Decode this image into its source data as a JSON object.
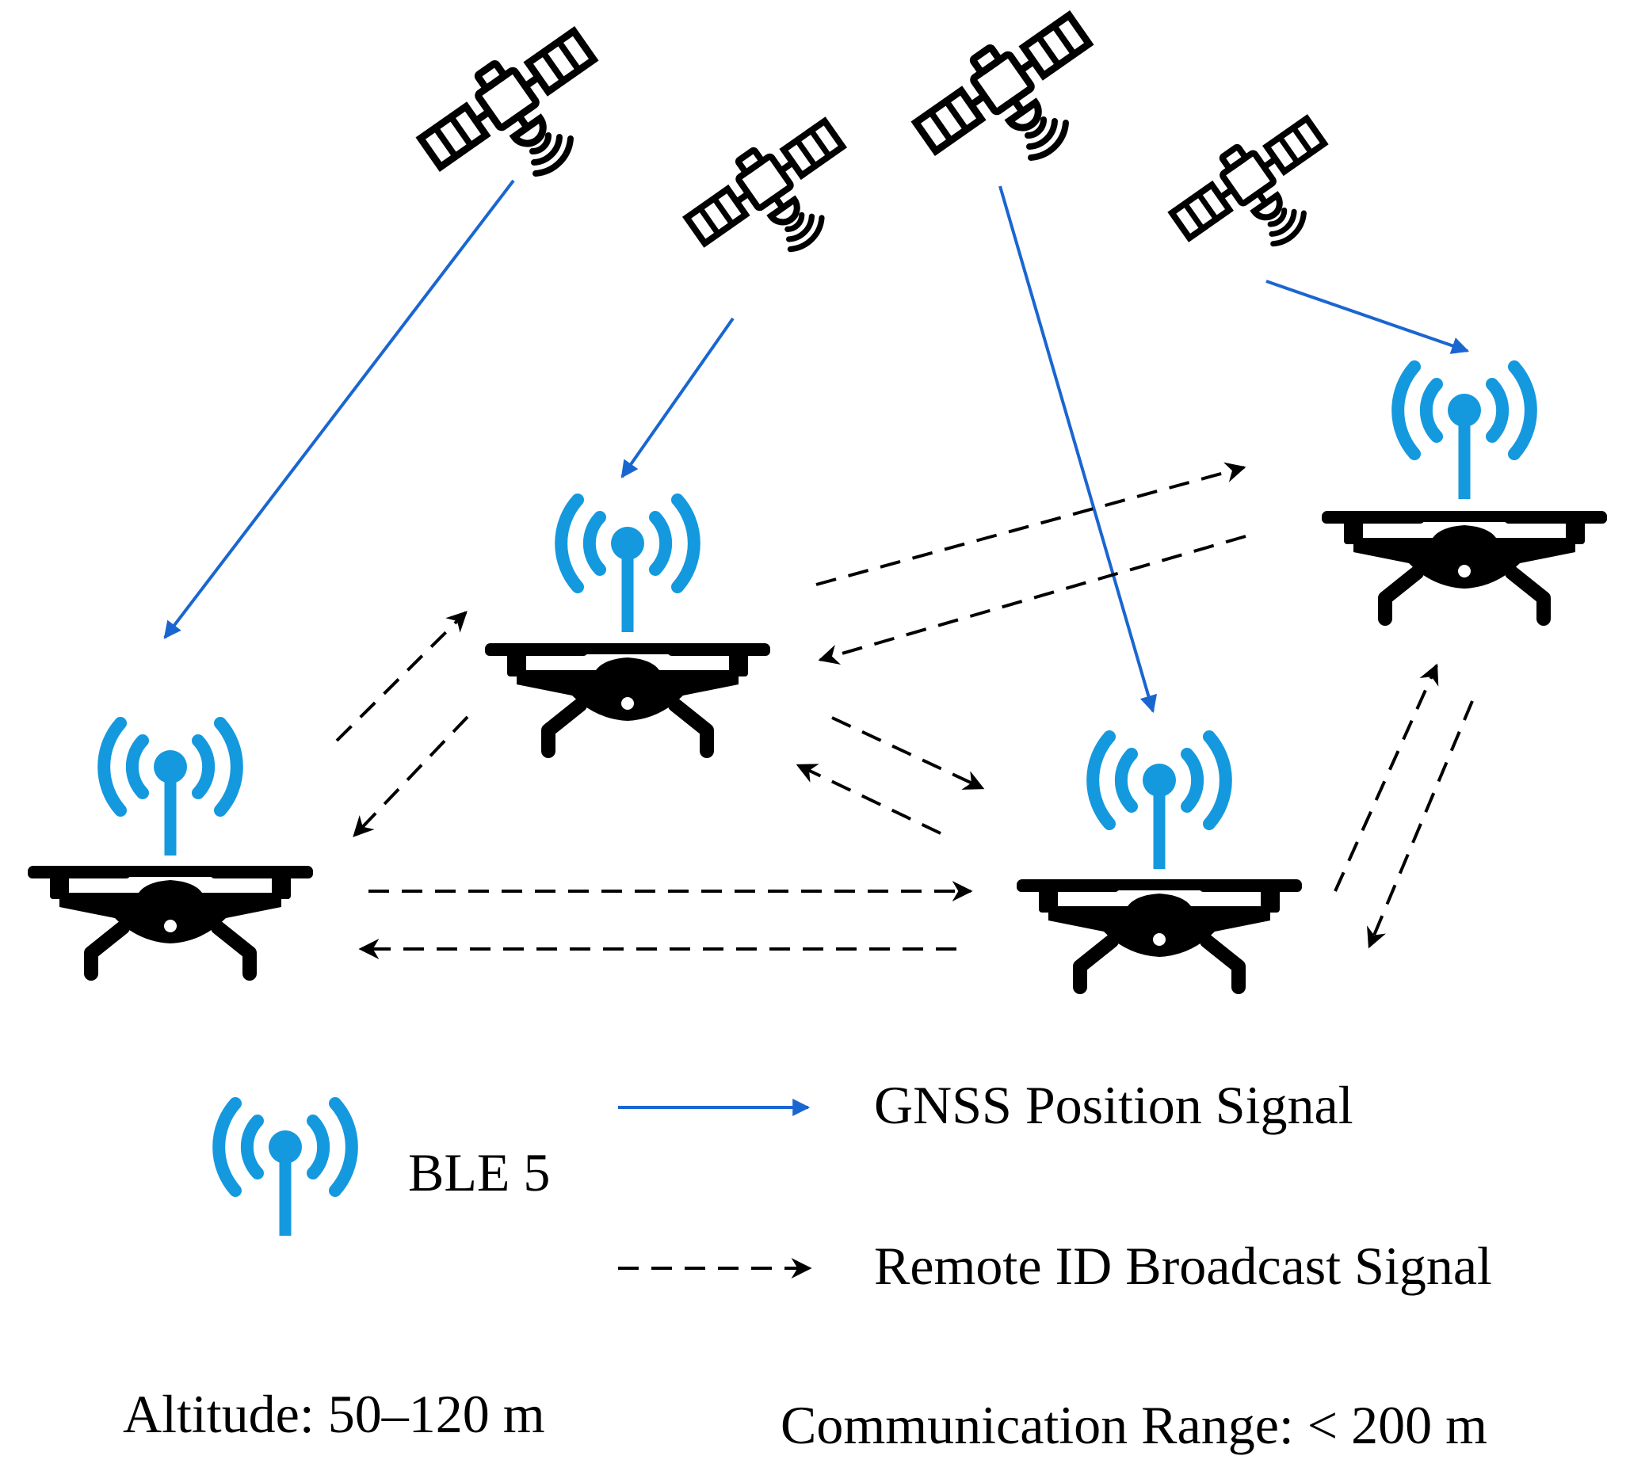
{
  "colors": {
    "gnss_line": "#1a66d1",
    "ble_blue": "#1499de",
    "drone": "#000000",
    "broadcast_line": "#000000",
    "background": "#ffffff"
  },
  "legend": {
    "ble_label": "BLE 5",
    "ble_icon": "ble-antenna-icon",
    "gnss_label": "GNSS Position Signal",
    "broadcast_label": "Remote ID Broadcast Signal"
  },
  "footer": {
    "altitude": "Altitude: 50–120 m",
    "range": "Communication Range: < 200 m"
  },
  "nodes": {
    "satellites": [
      {
        "id": "satellite-1",
        "icon": "satellite-icon"
      },
      {
        "id": "satellite-2",
        "icon": "satellite-icon"
      },
      {
        "id": "satellite-3",
        "icon": "satellite-icon"
      },
      {
        "id": "satellite-4",
        "icon": "satellite-icon"
      }
    ],
    "drones": [
      {
        "id": "drone-left",
        "icon": "drone-icon",
        "radio": "ble-antenna-icon"
      },
      {
        "id": "drone-center",
        "icon": "drone-icon",
        "radio": "ble-antenna-icon"
      },
      {
        "id": "drone-bottom-right",
        "icon": "drone-icon",
        "radio": "ble-antenna-icon"
      },
      {
        "id": "drone-top-right",
        "icon": "drone-icon",
        "radio": "ble-antenna-icon"
      }
    ]
  }
}
